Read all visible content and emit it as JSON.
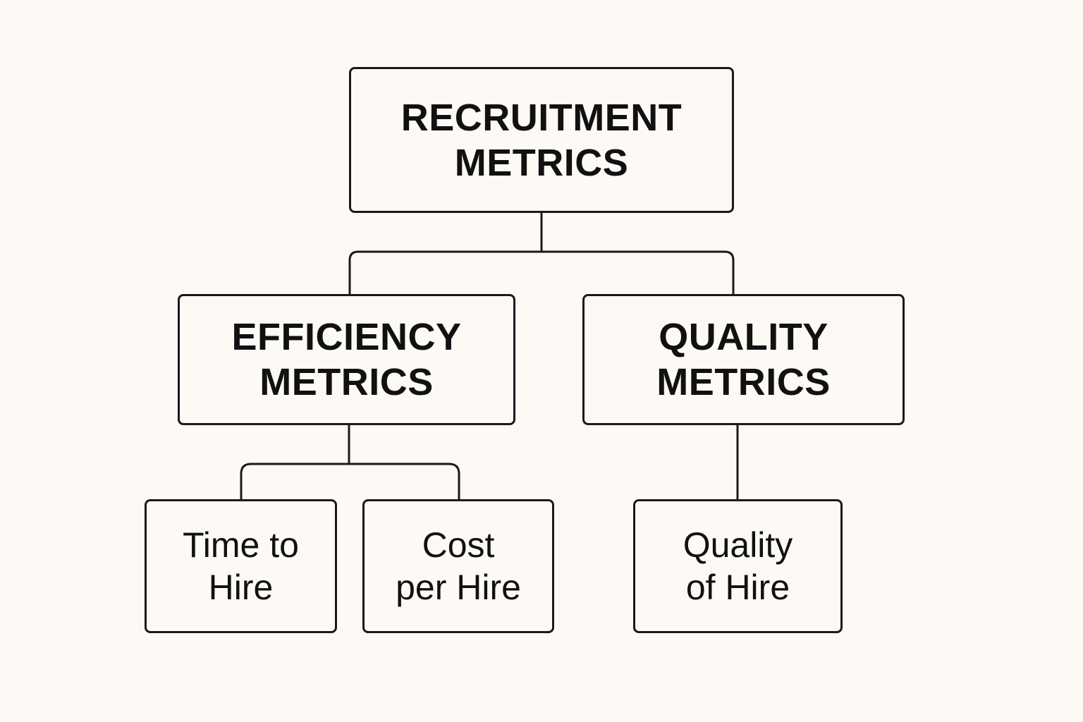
{
  "diagram": {
    "root": {
      "line1": "RECRUITMENT",
      "line2": "METRICS"
    },
    "efficiency": {
      "line1": "EFFICIENCY",
      "line2": "METRICS"
    },
    "quality": {
      "line1": "QUALITY",
      "line2": "METRICS"
    },
    "leaves": {
      "time_to_hire": {
        "line1": "Time to",
        "line2": "Hire"
      },
      "cost_per_hire": {
        "line1": "Cost",
        "line2": "per Hire"
      },
      "quality_of_hire": {
        "line1": "Quality",
        "line2": "of Hire"
      }
    }
  },
  "colors": {
    "background": "#fdfaf6",
    "stroke": "#1a1a1a",
    "text": "#111111"
  }
}
